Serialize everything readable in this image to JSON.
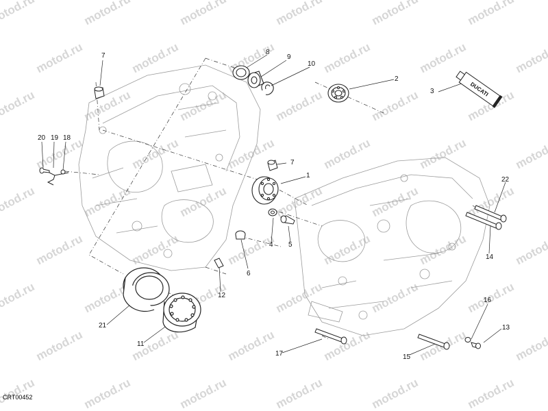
{
  "watermark_text": "motod.ru",
  "drawing_code": "CRT00452",
  "tube_label": "DUCATI",
  "callouts": {
    "c1": "1",
    "c2": "2",
    "c3": "3",
    "c4": "4",
    "c5": "5",
    "c6": "6",
    "c7a": "7",
    "c7b": "7",
    "c8": "8",
    "c9": "9",
    "c10": "10",
    "c11": "11",
    "c12": "12",
    "c13": "13",
    "c14": "14",
    "c15": "15",
    "c16": "16",
    "c17": "17",
    "c18": "18",
    "c19": "19",
    "c20": "20",
    "c21": "21",
    "c22": "22"
  },
  "colors": {
    "line": "#222222",
    "ghost": "#9a9a9a",
    "watermark": "#d6d6d6"
  }
}
